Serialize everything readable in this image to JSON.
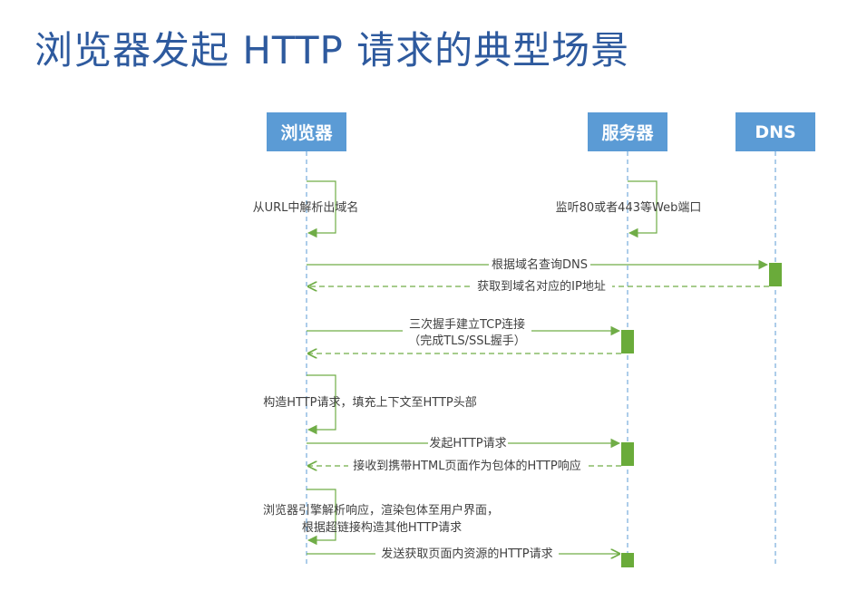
{
  "title": "浏览器发起 HTTP 请求的典型场景",
  "actors": {
    "browser": "浏览器",
    "server": "服务器",
    "dns": "DNS"
  },
  "colors": {
    "title": "#2e5a9e",
    "actor_fill": "#5b9bd5",
    "arrow": "#70ad47",
    "activation": "#6aab3a",
    "lifeline": "#5b9bd5"
  },
  "messages": {
    "parse_url": "从URL中解析出域名",
    "listen": "监听80或者443等Web端口",
    "dns_query": "根据域名查询DNS",
    "dns_reply": "获取到域名对应的IP地址",
    "tcp_1": "三次握手建立TCP连接",
    "tcp_2": "（完成TLS/SSL握手）",
    "build_req": "构造HTTP请求，填充上下文至HTTP头部",
    "send_req": "发起HTTP请求",
    "receive": "接收到携带HTML页面作为包体的HTTP响应",
    "render_1": "浏览器引擎解析响应，渲染包体至用户界面，",
    "render_2": "根据超链接构造其他HTTP请求",
    "resources": "发送获取页面内资源的HTTP请求"
  }
}
